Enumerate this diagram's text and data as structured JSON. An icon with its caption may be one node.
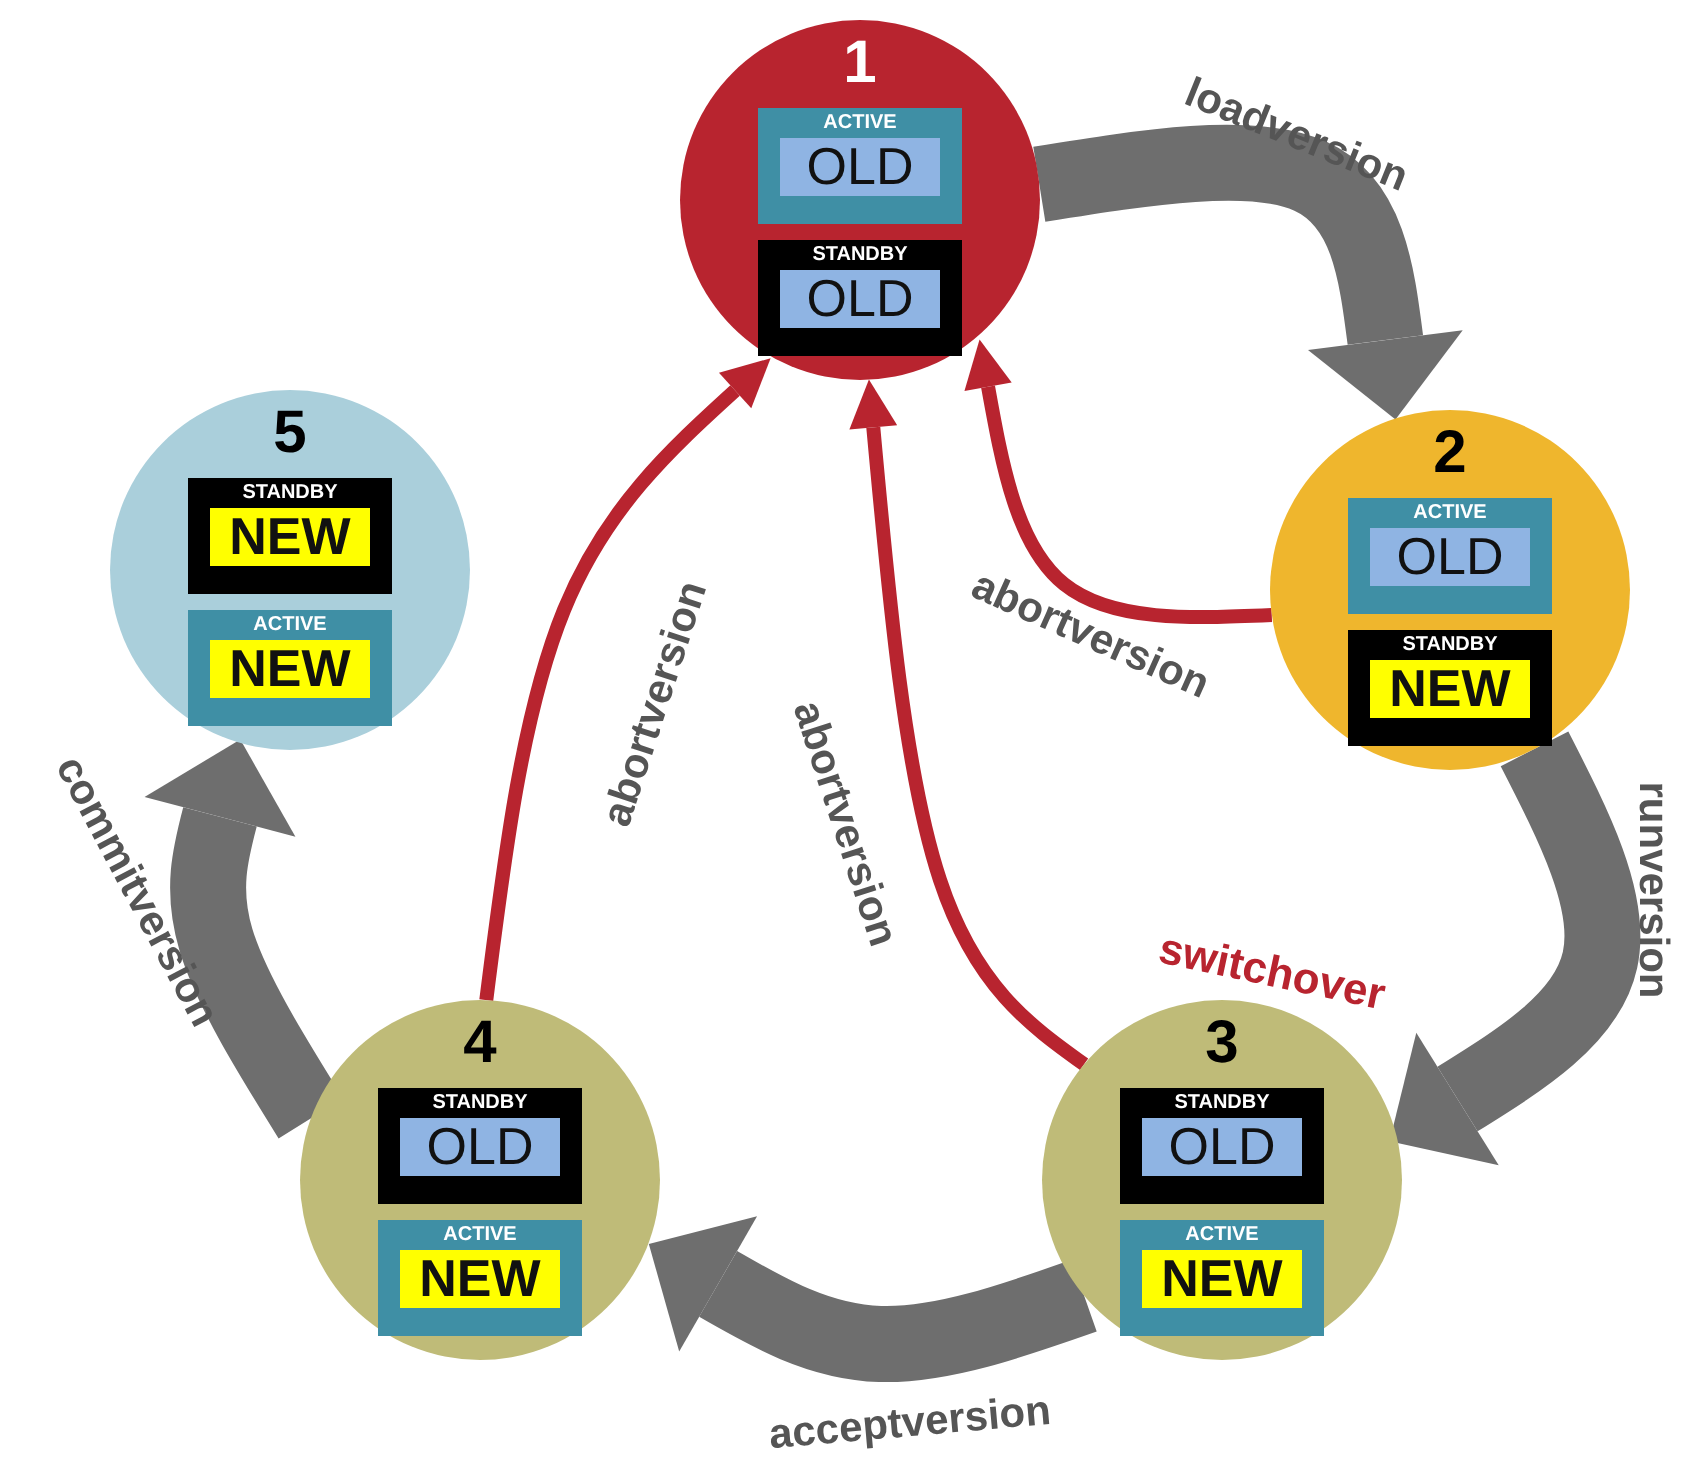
{
  "diagram": {
    "nodes": [
      {
        "text": [
          "1"
        ]
      },
      {
        "text": [
          "ACTIVE"
        ],
        "in": 0
      },
      {
        "text": [
          "OLD"
        ],
        "in": 1
      },
      {
        "text": [
          "STANDBY"
        ],
        "in": 0
      },
      {
        "text": [
          "OLD"
        ],
        "in": 3
      },
      {
        "text": [
          "2"
        ]
      },
      {
        "text": [
          "ACTIVE"
        ],
        "in": 5
      },
      {
        "text": [
          "OLD"
        ],
        "in": 6
      },
      {
        "text": [
          "STANDBY"
        ],
        "in": 5
      },
      {
        "text": [
          "NEW"
        ],
        "in": 8
      },
      {
        "text": [
          "3"
        ]
      },
      {
        "text": [
          "STANDBY"
        ],
        "in": 10
      },
      {
        "text": [
          "OLD"
        ],
        "in": 11
      },
      {
        "text": [
          "ACTIVE"
        ],
        "in": 10
      },
      {
        "text": [
          "NEW"
        ],
        "in": 13
      },
      {
        "text": [
          "4"
        ]
      },
      {
        "text": [
          "STANDBY"
        ],
        "in": 15
      },
      {
        "text": [
          "OLD"
        ],
        "in": 16
      },
      {
        "text": [
          "ACTIVE"
        ],
        "in": 15
      },
      {
        "text": [
          "NEW"
        ],
        "in": 18
      },
      {
        "text": [
          "5"
        ]
      },
      {
        "text": [
          "STANDBY"
        ],
        "in": 20
      },
      {
        "text": [
          "NEW"
        ],
        "in": 21
      },
      {
        "text": [
          "ACTIVE"
        ],
        "in": 20
      },
      {
        "text": [
          "NEW"
        ],
        "in": 23
      }
    ],
    "edges": [
      {
        "from": 0,
        "to": 5,
        "arrow": "to",
        "label": "loadversion"
      },
      {
        "from": 5,
        "to": 10,
        "arrow": "to",
        "label": "runversion"
      },
      {
        "from": 10,
        "to": 15,
        "arrow": "to",
        "label": "acceptversion"
      },
      {
        "from": 15,
        "to": 20,
        "arrow": "to",
        "label": "commitversion"
      },
      {
        "from": 5,
        "to": 0,
        "arrow": "to",
        "label": "abortversion",
        "color": "#b8242f"
      },
      {
        "from": 10,
        "to": 0,
        "arrow": "to",
        "label": "abortversion",
        "color": "#b8242f"
      },
      {
        "from": 15,
        "to": 0,
        "arrow": "to",
        "label": "abortversion",
        "color": "#b8242f"
      }
    ],
    "labels": [
      "switchover"
    ]
  }
}
